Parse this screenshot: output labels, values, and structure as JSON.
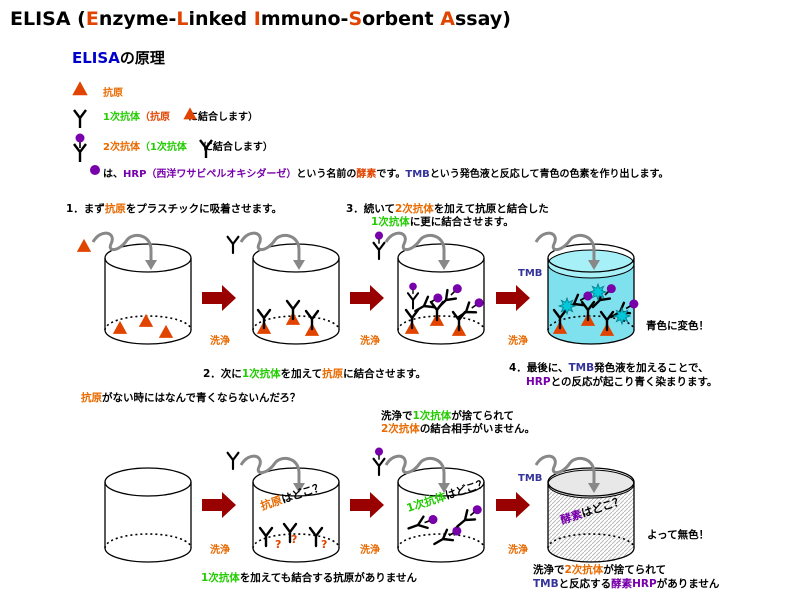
{
  "title": {
    "p1": "ELISA (",
    "e": "E",
    "p2": "nzyme-",
    "l": "L",
    "p3": "inked ",
    "i": "I",
    "p4": "mmuno-",
    "s": "S",
    "p5": "orbent ",
    "a": "A",
    "p6": "ssay)"
  },
  "subtitle": {
    "elisa": "ELISA",
    "rest": "の原理"
  },
  "legend": {
    "antigen": "抗原",
    "primary": "1次抗体",
    "primary_note_open": "（抗原",
    "primary_note_close": "に結合します）",
    "secondary": "2次抗体",
    "secondary_note_open": "（1次抗体",
    "secondary_note_close": "に結合します）",
    "hrp_is": "は、",
    "hrp": "HRP（西洋ワサビペルオキシダーゼ）",
    "hrp_mid": "という名前の",
    "enzyme": "酵素",
    "hrp_end1": "です。",
    "tmb": "TMB",
    "hrp_end2": "という発色液と反応して青色の色素を作り出します。"
  },
  "steps": {
    "s1_a": "1．まず",
    "s1_b": "抗原",
    "s1_c": "をプラスチックに吸着させます。",
    "s2_a": "2．次に",
    "s2_b": "1次抗体",
    "s2_c": "を加えて",
    "s2_d": "抗原",
    "s2_e": "に結合させます。",
    "s3_a": "3．続いて",
    "s3_b": "2次抗体",
    "s3_c": "を加えて抗原と結合した",
    "s3_d": "1次抗体",
    "s3_e": "に更に結合させます。",
    "s4_a": "4．最後に、",
    "s4_b": "TMB",
    "s4_c": "発色液を加えることで、",
    "s4_d": "HRP",
    "s4_e": "との反応が起こり青く染まります。",
    "blue": "青色に変色！"
  },
  "question": {
    "a": "抗原",
    "b": "がない時にはなんで青くならないんだろ？"
  },
  "bottom": {
    "note1_a": "洗浄で",
    "note1_b": "1次抗体",
    "note1_c": "が捨てられて",
    "note2_a": "2次抗体",
    "note2_b": "の結合相手がいません。",
    "where_antigen": "抗原はどこ？",
    "where_primary": "1次抗体はどこ？",
    "where_enzyme_a": "酵素",
    "where_enzyme_b": "はどこ？",
    "colorless": "よって無色！",
    "cap1_a": "1次抗体",
    "cap1_b": "を加えても結合する抗原がありません",
    "cap2_a": "洗浄で",
    "cap2_b": "2次抗体",
    "cap2_c": "が捨てられて",
    "cap3_a": "TMB",
    "cap3_b": "と反応する",
    "cap3_c": "酵素HRP",
    "cap3_d": "がありません",
    "qmark": "?"
  },
  "labels": {
    "wash": "洗浄",
    "tmb": "TMB"
  },
  "colors": {
    "antigen": "#e04400",
    "primary": "#22cc00",
    "secondary": "#e86a00",
    "hrp": "#7700aa",
    "arrow": "#990000",
    "tmb_liquid": "#7fe0ee"
  },
  "icons": [
    "antigen-triangle-icon",
    "primary-antibody-icon",
    "secondary-antibody-icon",
    "hrp-dot-icon",
    "dropper-arrow-icon",
    "process-arrow-icon",
    "well-icon"
  ]
}
